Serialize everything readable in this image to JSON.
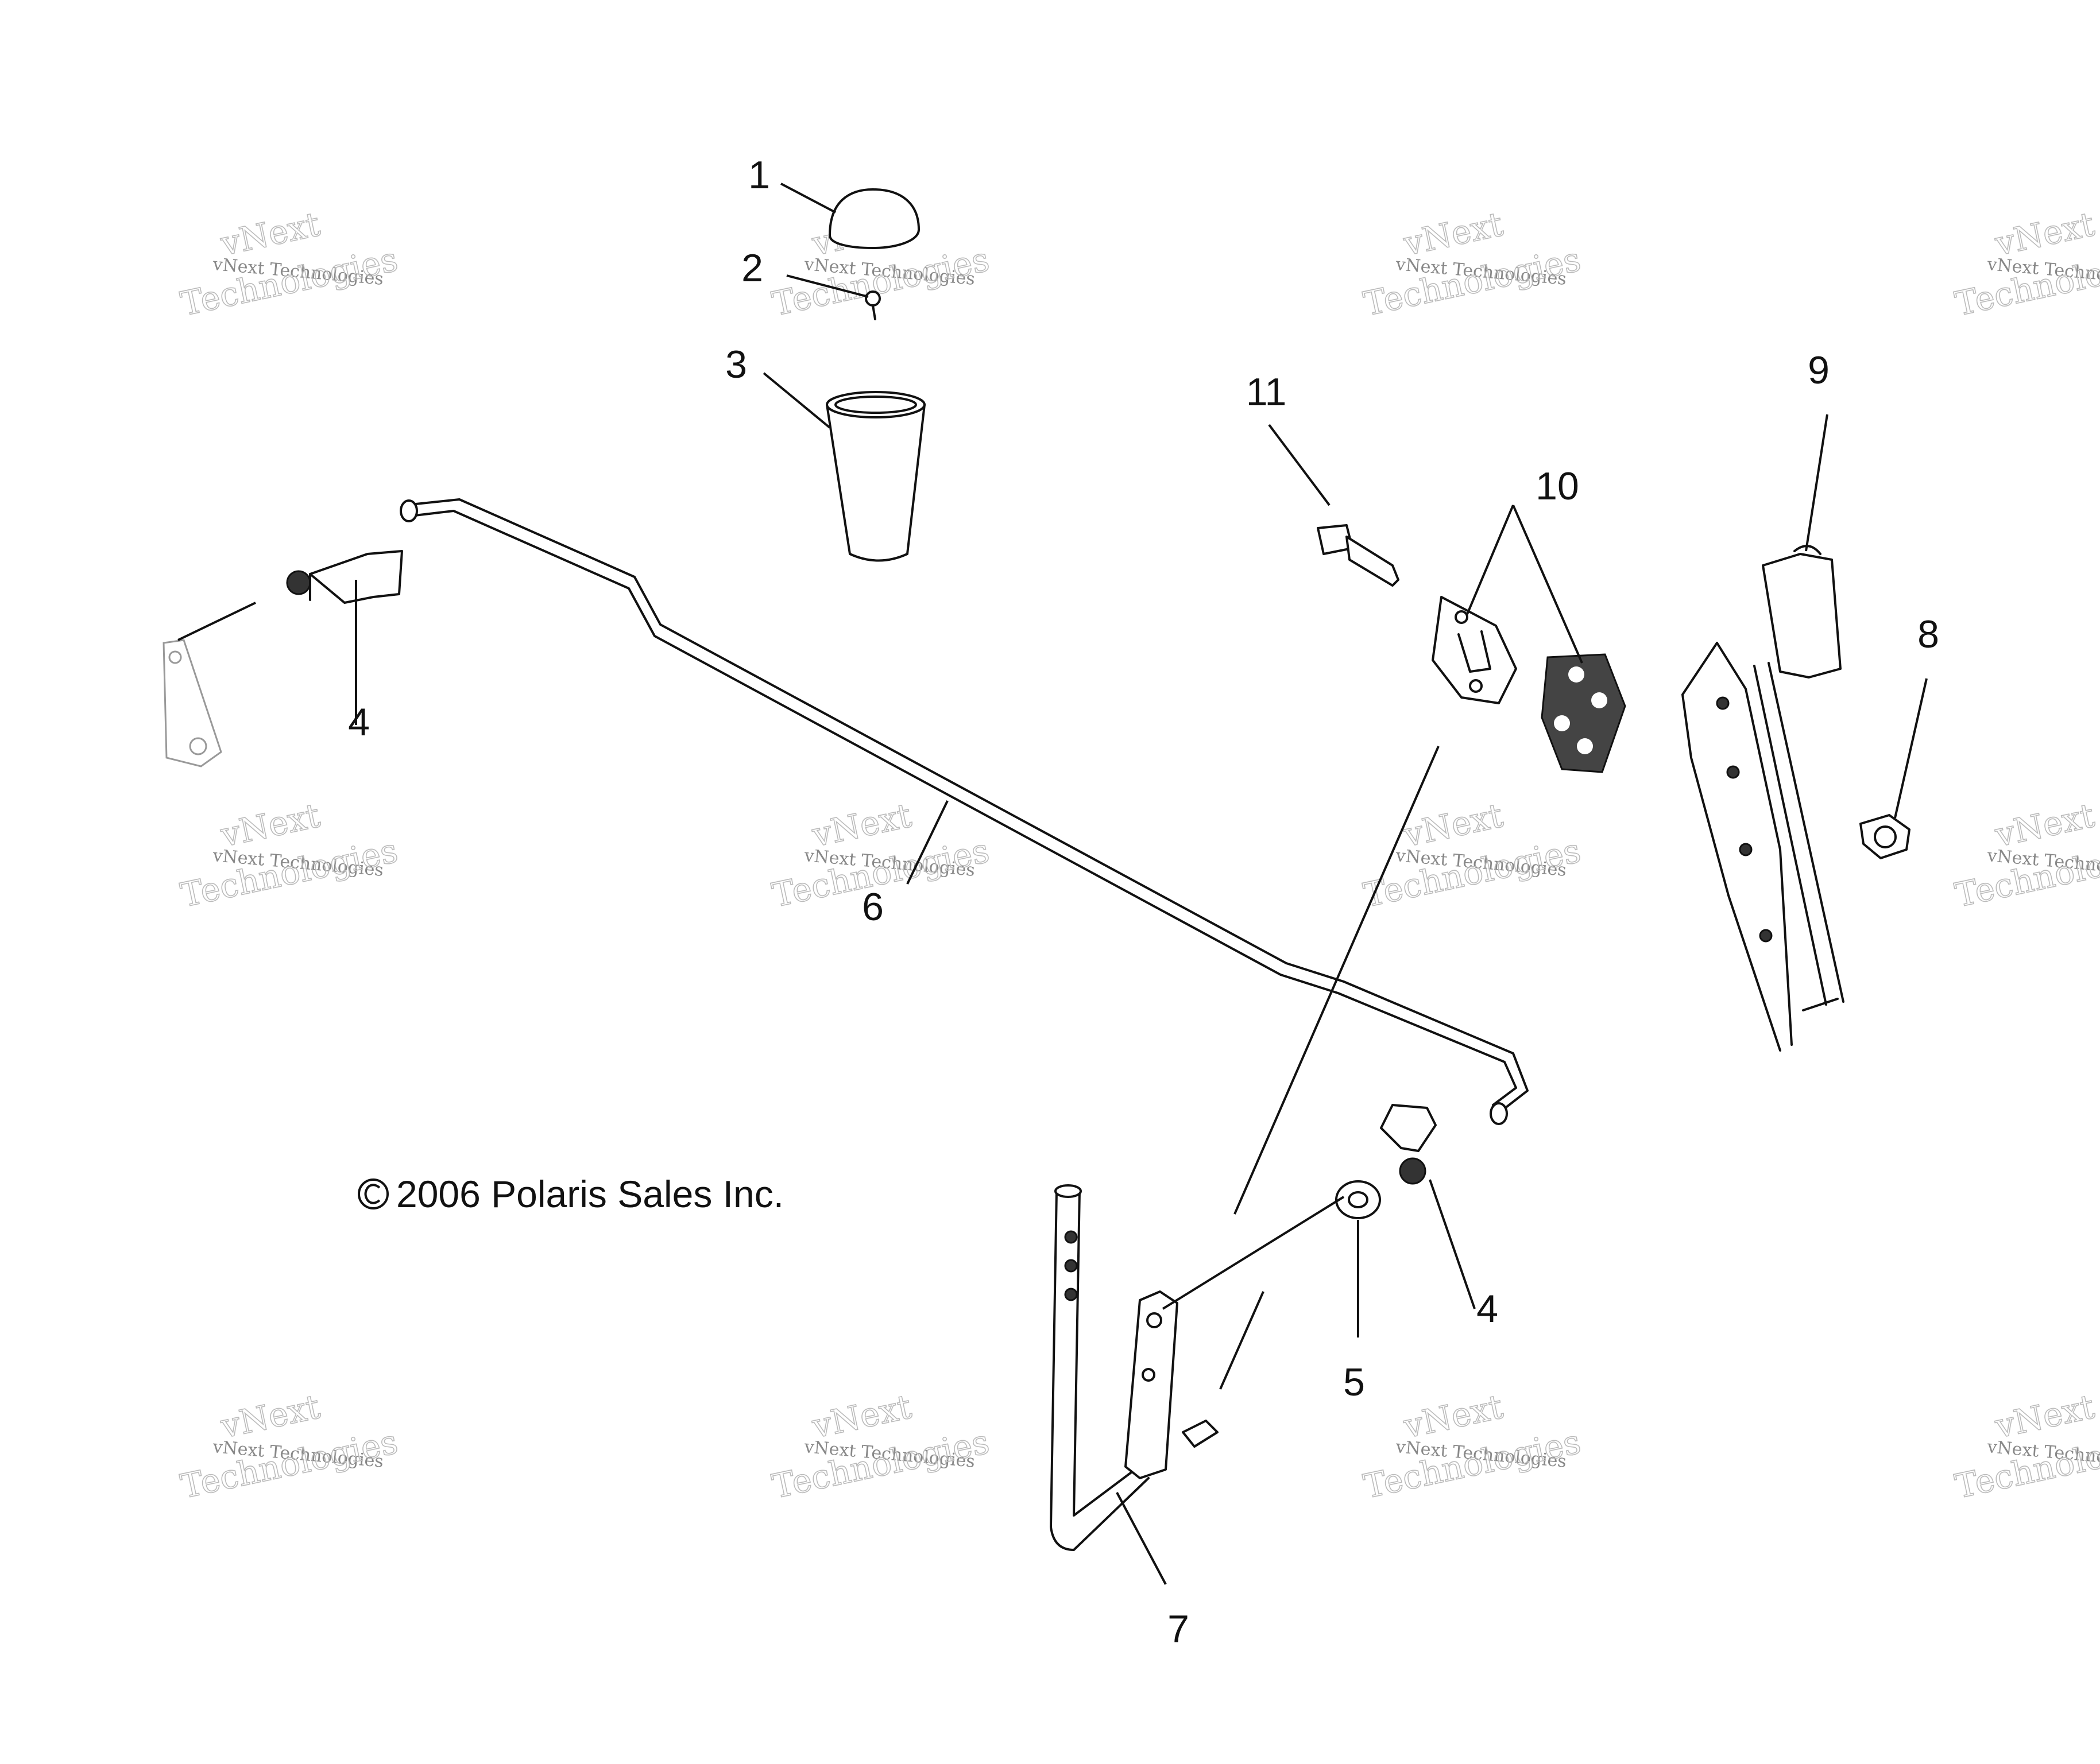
{
  "callouts": {
    "c1": "1",
    "c2": "2",
    "c3": "3",
    "c4a": "4",
    "c4b": "4",
    "c5": "5",
    "c6": "6",
    "c7": "7",
    "c8": "8",
    "c9": "9",
    "c10": "10",
    "c11": "11"
  },
  "copyright": "2006 Polaris Sales Inc.",
  "watermark": {
    "small": "vNext Technologies",
    "large": "Technologies",
    "top": "vNext"
  }
}
